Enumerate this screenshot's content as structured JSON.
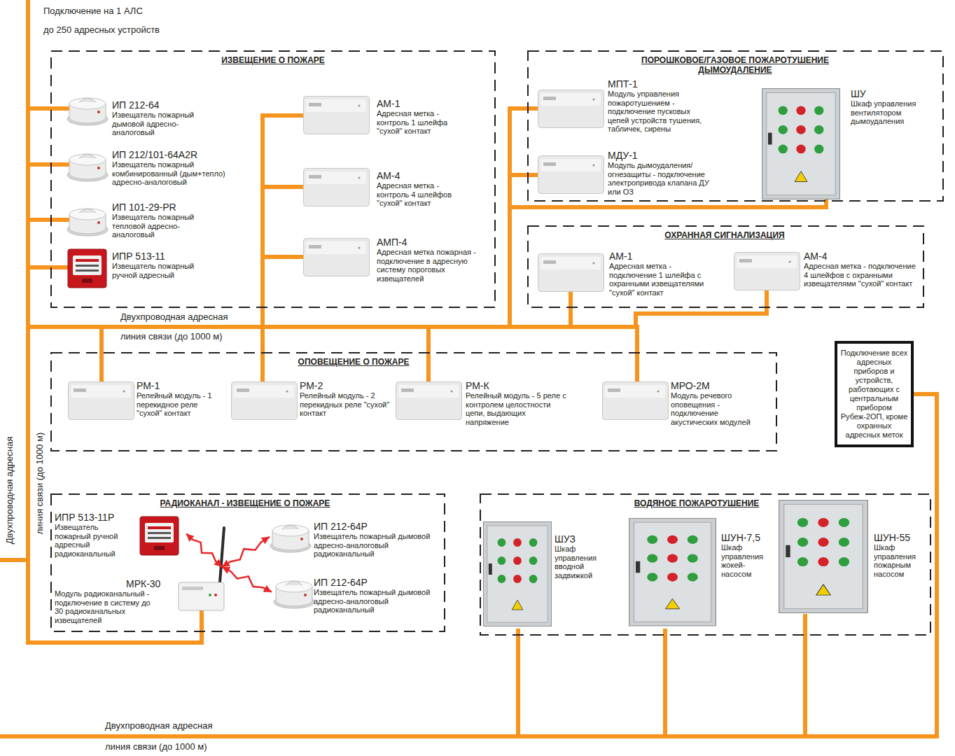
{
  "diagram": {
    "nodes": [
      {
        "text": [
          "ИЗВЕЩЕНИЕ О ПОЖАРЕ"
        ]
      },
      {
        "text": [
          "ИП 212-64",
          "Извещатель пожарный дымовой адресно-аналоговый"
        ],
        "in": 0
      },
      {
        "text": [
          "ИП 212/101-64A2R",
          "Извещатель пожарный комбинированный (дым+тепло) адресно-аналоговый"
        ],
        "in": 0
      },
      {
        "text": [
          "ИП 101-29-PR",
          "Извещатель пожарный тепловой адресно-аналоговый"
        ],
        "in": 0
      },
      {
        "text": [
          "ИПР 513-11",
          "Извещатель пожарный ручной адресный"
        ],
        "in": 0
      },
      {
        "text": [
          "АМ-1",
          "Адресная метка - контроль 1 шлейфа \"сухой\" контакт"
        ],
        "in": 0
      },
      {
        "text": [
          "АМ-4",
          "Адресная метка - контроль 4 шлейфов \"сухой\" контакт"
        ],
        "in": 0
      },
      {
        "text": [
          "АМП-4",
          "Адресная метка пожарная - подключение в адресную систему пороговых извещателей"
        ],
        "in": 0
      },
      {
        "text": [
          "ПОРОШКОВОЕ/ГАЗОВОЕ ПОЖАРОТУШЕНИЕ ДЫМОУДАЛЕНИЕ"
        ]
      },
      {
        "text": [
          "МПТ-1",
          "Модуль управления пожаротушением - подключение пусковых цепей устройств тушения, табличек, сирены"
        ],
        "in": 8
      },
      {
        "text": [
          "МДУ-1",
          "Модуль дымоудаления/ огнезащиты - подключение электропривода клапана ДУ или ОЗ"
        ],
        "in": 8
      },
      {
        "text": [
          "ШУ",
          "Шкаф управления вентилятором дымоудаления"
        ],
        "in": 8
      },
      {
        "text": [
          "ОХРАННАЯ СИГНАЛИЗАЦИЯ"
        ]
      },
      {
        "text": [
          "АМ-1",
          "Адресная метка - подключение 1 шлейфа с охранными извещателями \"сухой\" контакт"
        ],
        "in": 12
      },
      {
        "text": [
          "АМ-4",
          "Адресная метка - подключение 4 шлейфов с охранными извещателями \"сухой\" контакт"
        ],
        "in": 12
      },
      {
        "text": [
          "ОПОВЕЩЕНИЕ О ПОЖАРЕ"
        ]
      },
      {
        "text": [
          "РМ-1",
          "Релейный модуль - 1 перекидное реле \"сухой\" контакт"
        ],
        "in": 15
      },
      {
        "text": [
          "РМ-2",
          "Релейный модуль - 2 перекидных реле \"сухой\" контакт"
        ],
        "in": 15
      },
      {
        "text": [
          "РМ-К",
          "Релейный модуль - 5 реле с контролем целостности цепи, выдающих напряжение"
        ],
        "in": 15
      },
      {
        "text": [
          "МРО-2М",
          "Модуль речевого оповещения - подключение акустических модулей"
        ],
        "in": 15
      },
      {
        "text": [
          "РАДИОКАНАЛ - ИЗВЕЩЕНИЕ О ПОЖАРЕ"
        ]
      },
      {
        "text": [
          "ИПР 513-11Р",
          "Извещатель пожарный ручной адресный радиоканальный"
        ],
        "in": 20
      },
      {
        "text": [
          "МРК-30",
          "Модуль радиоканальный - подключение в систему до 30 радиоканальных извещателей"
        ],
        "in": 20
      },
      {
        "text": [
          "ИП 212-64Р",
          "Извещатель пожарный дымовой адресно-аналоговый радиоканальный"
        ],
        "in": 20
      },
      {
        "text": [
          "ИП 212-64Р",
          "Извещатель пожарный дымовой адресно-аналоговый радиоканальный"
        ],
        "in": 20
      },
      {
        "text": [
          "ВОДЯНОЕ ПОЖАРОТУШЕНИЕ"
        ]
      },
      {
        "text": [
          "ШУЗ",
          "Шкаф управления вводной задвижкой"
        ],
        "in": 25
      },
      {
        "text": [
          "ШУН-7,5",
          "Шкаф управления жокей-насосом"
        ],
        "in": 25
      },
      {
        "text": [
          "ШУН-55",
          "Шкаф управления пожарным насосом"
        ],
        "in": 25
      },
      {
        "text": [
          "Подключение всех адресных приборов и устройств, работающих с центральным прибором Рубеж-2ОП, кроме охранных адресных меток"
        ]
      }
    ],
    "edges": [
      {
        "from": 22,
        "to": 21,
        "arrow": "both"
      },
      {
        "from": 22,
        "to": 23,
        "arrow": "both"
      },
      {
        "from": 22,
        "to": 24,
        "arrow": "both"
      },
      {
        "from": 29,
        "to": 26,
        "arrow": "none"
      },
      {
        "from": 29,
        "to": 27,
        "arrow": "none"
      },
      {
        "from": 29,
        "to": 28,
        "arrow": "none"
      }
    ],
    "labels": [
      "Подключение на 1 АЛС",
      "до 250 адресных устройств",
      "Двухпроводная адресная",
      "линия связи (до 1000 м)",
      "Двухпроводная адресная",
      "линия связи (до 1000 м)",
      "Двухпроводная адресная",
      "линия связи (до 1000 м)"
    ]
  }
}
